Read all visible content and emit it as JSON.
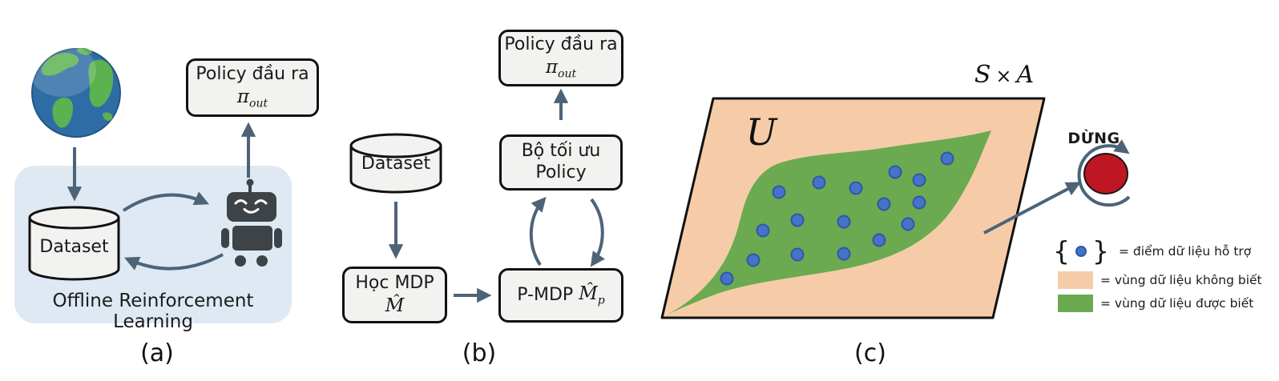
{
  "colors": {
    "arrow": "#4D6378",
    "panel_a_bg": "#DEE9F3",
    "box_fill": "#F2F2F0",
    "box_border": "#111111",
    "unknown_region": "#F6CCA8",
    "known_region": "#6BAA50",
    "support_point_fill": "#4573C8",
    "support_point_stroke": "#3058A6",
    "stop_fill": "#BE1622",
    "robot": "#3E4347"
  },
  "panel_a": {
    "caption": "(a)",
    "policy_box": {
      "title": "Policy đầu ra",
      "symbol": "π",
      "symbol_sub": "out"
    },
    "dataset_label": "Dataset",
    "frame_label": "Offline Reinforcement Learning"
  },
  "panel_b": {
    "caption": "(b)",
    "policy_box": {
      "title": "Policy đầu ra",
      "symbol": "π",
      "symbol_sub": "out"
    },
    "optimizer_box": {
      "line1": "Bộ tối ưu",
      "line2": "Policy"
    },
    "dataset_label": "Dataset",
    "mdp_box": {
      "title": "Học MDP",
      "symbol": "M̂"
    },
    "pmdp_box": {
      "title": "P-MDP",
      "symbol": "M̂",
      "symbol_sub": "p"
    }
  },
  "panel_c": {
    "caption": "(c)",
    "space_label_s": "S",
    "space_label_times": "×",
    "space_label_a": "A",
    "unknown_set_label": "U",
    "stop_label": "DỪNG",
    "legend": [
      {
        "symbol": "support-point",
        "text": "= điểm dữ liệu hỗ trợ"
      },
      {
        "symbol": "unknown-region",
        "text": "= vùng dữ liệu không biết"
      },
      {
        "symbol": "known-region",
        "text": "= vùng dữ liệu được biết"
      }
    ],
    "support_points": [
      [
        1182,
        198
      ],
      [
        1117,
        215
      ],
      [
        1147,
        225
      ],
      [
        1022,
        228
      ],
      [
        972,
        240
      ],
      [
        1068,
        235
      ],
      [
        1103,
        255
      ],
      [
        1147,
        253
      ],
      [
        995,
        275
      ],
      [
        1053,
        277
      ],
      [
        952,
        288
      ],
      [
        1133,
        280
      ],
      [
        1097,
        300
      ],
      [
        940,
        325
      ],
      [
        995,
        318
      ],
      [
        1053,
        317
      ],
      [
        907,
        348
      ]
    ]
  }
}
